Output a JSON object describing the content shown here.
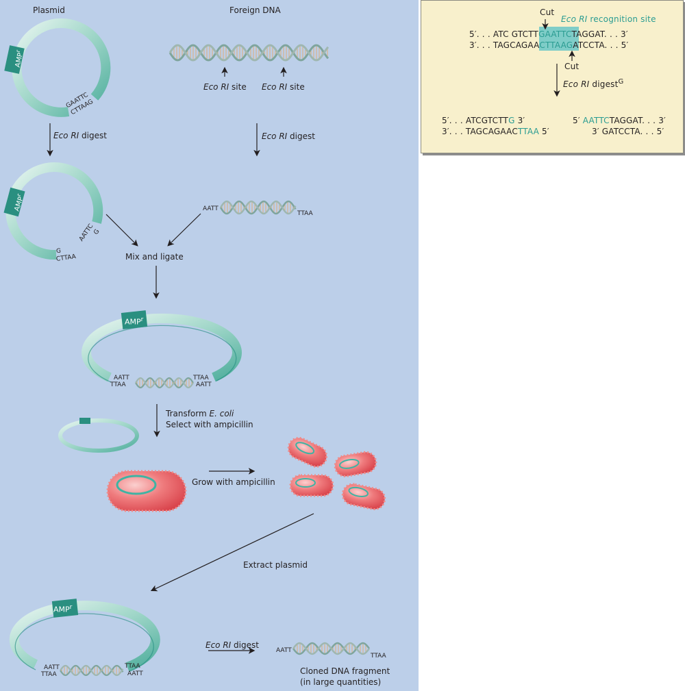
{
  "main": {
    "plasmid_title": "Plasmid",
    "foreign_title": "Foreign DNA",
    "amp_label": "AMP",
    "amp_superscript": "r",
    "plasmid_site_top": "GAATTC",
    "plasmid_site_bottom": "CTTAAG",
    "eco_ri": "Eco RI",
    "digest": "digest",
    "site": "site",
    "cut_end_right_top": "AATTC",
    "cut_end_right_bottom": "G",
    "cut_end_left_top": "G",
    "cut_end_left_bottom": "CTTAA",
    "fragment_left": "AATT",
    "fragment_right": "TTAA",
    "mix_ligate": "Mix and ligate",
    "insert_left_top": "AATT",
    "insert_left_bottom": "TTAA",
    "insert_right_top": "TTAA",
    "insert_right_bottom": "AATT",
    "transform_prefix": "Transform ",
    "transform_species": "E. coli",
    "select": "Select with ampicillin",
    "grow": "Grow with ampicillin",
    "extract": "Extract plasmid",
    "cloned_line1": "Cloned DNA fragment",
    "cloned_line2": "(in large quantities)"
  },
  "inset": {
    "cut_top": "Cut",
    "cut_bottom": "Cut",
    "recognition_italic": "Eco RI",
    "recognition_rest": " recognition site",
    "top_strand": {
      "left": "5′. . . ATC GTCTT",
      "site": "GAATTC",
      "right": "TAGGAT. . . 3′"
    },
    "bottom_strand": {
      "left": "3′. . . TAGCAGAA",
      "site": "CTTAAG",
      "right": "ATCCTA. . . 5′"
    },
    "digest_italic": "Eco RI",
    "digest_rest": " digest",
    "digest_sup": "G",
    "product_left_top": {
      "a": "5′. . . ATCGTCTT",
      "b": "G",
      "c": " 3′"
    },
    "product_left_bottom": {
      "a": "3′. . . TAGCAGAAC",
      "b": "TTAA",
      "c": " 5′"
    },
    "product_right_top": {
      "a": "5′ ",
      "b": "AATTC",
      "c": "TAGGAT. . . 3′"
    },
    "product_right_bottom": {
      "a": "3′ GATCCTA. . . 5′"
    }
  },
  "colors": {
    "panel_bg": "#bccfe9",
    "plasmid": "#8fcfbf",
    "plasmid_edge": "#1f8a7e",
    "amp_box": "#2a8f80",
    "inset_bg": "#f8f0cc",
    "highlight": "#7fcdc8",
    "teal_text": "#2a9c92",
    "cell": "#e8575d"
  }
}
